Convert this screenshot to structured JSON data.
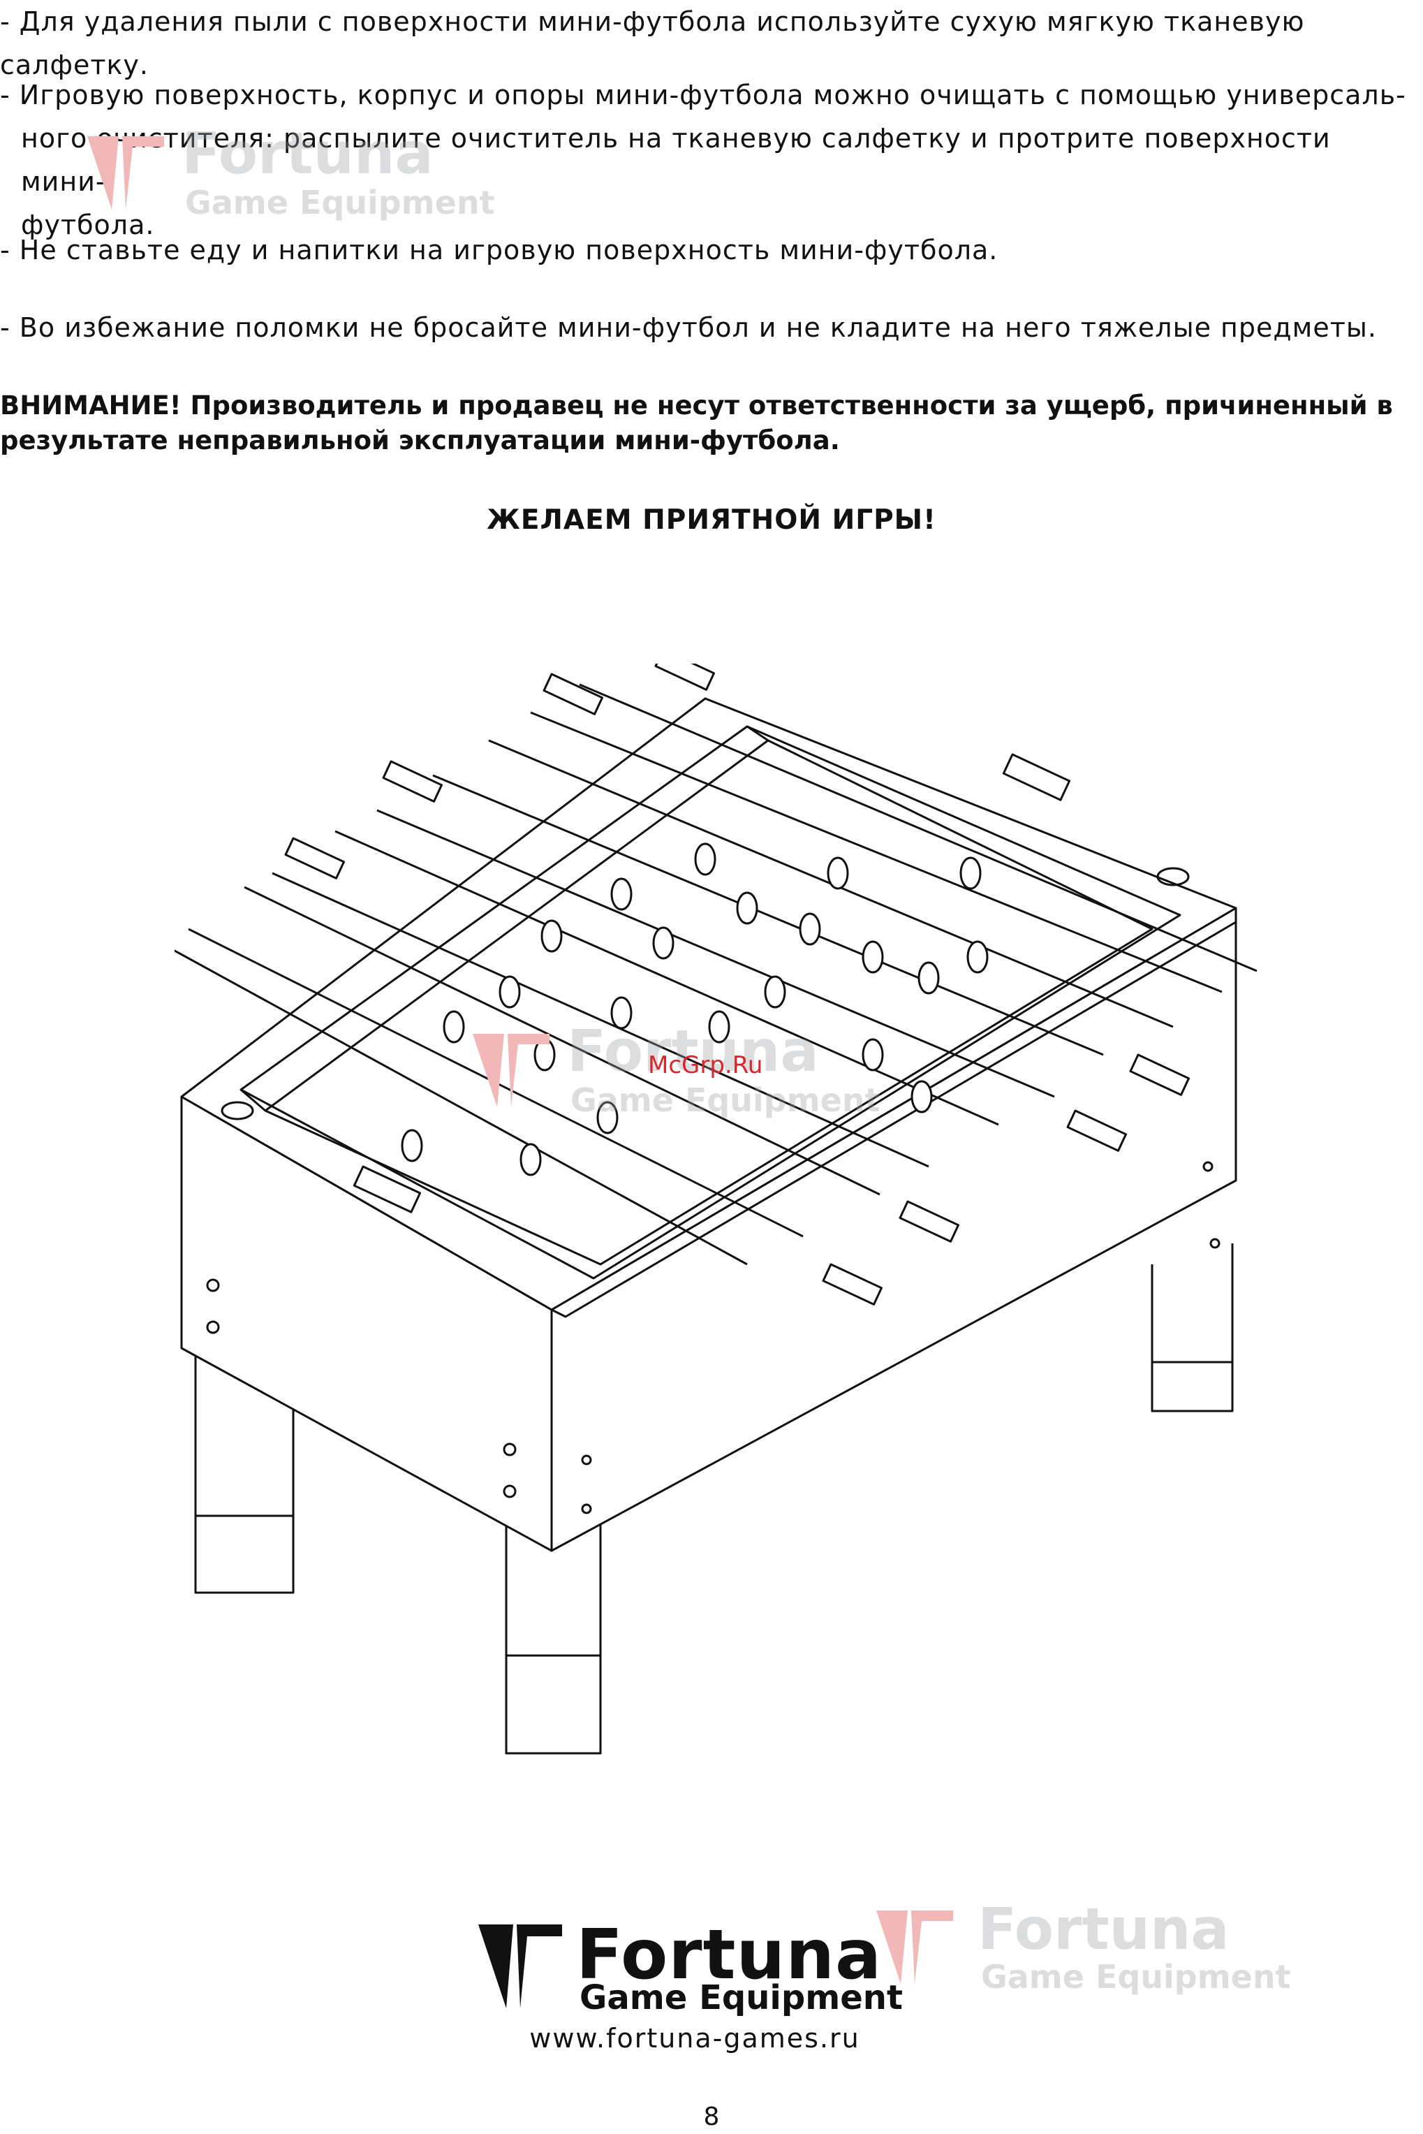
{
  "instructions": [
    {
      "lines": [
        "- Для удаления пыли с поверхности мини-футбола используйте сухую мягкую тканевую салфетку."
      ]
    },
    {
      "lines": [
        "- Игровую поверхность, корпус и опоры мини-футбола можно очищать с помощью универсаль-",
        "ного очистителя: распылите очиститель на тканевую салфетку и протрите поверхности мини-",
        "футбола."
      ]
    },
    {
      "lines": [
        "- Не ставьте еду и напитки на игровую поверхность мини-футбола."
      ]
    },
    {
      "lines": [
        "- Во избежание поломки не бросайте мини-футбол и не кладите на него тяжелые предметы."
      ]
    }
  ],
  "warning": {
    "line1": "ВНИМАНИЕ! Производитель и продавец не несут ответственности за ущерб, причиненный в",
    "line2": "результате неправильной эксплуатации мини-футбола."
  },
  "closing": "ЖЕЛАЕМ ПРИЯТНОЙ ИГРЫ!",
  "watermark": {
    "brand": "Fortuna",
    "sub": "Game Equipment",
    "site_mark": "McGrp.Ru"
  },
  "footer": {
    "brand": "Fortuna",
    "sub": "Game Equipment",
    "website": "www.fortuna-games.ru",
    "page_number": "8"
  },
  "colors": {
    "text": "#111111",
    "watermark_red": "#d8262c",
    "watermark_gray": "#9aa0a6"
  }
}
